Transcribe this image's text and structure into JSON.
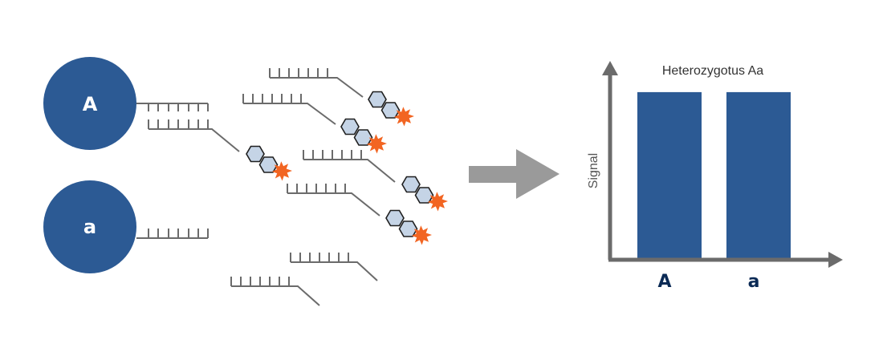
{
  "diagram": {
    "beads": [
      {
        "label": "A"
      },
      {
        "label": "a"
      }
    ],
    "colors": {
      "bead": "#2c5a94",
      "strand": "#6b6b6b",
      "arrow": "#9a9a9a",
      "dye_hex_fill": "#c5d4e6",
      "dye_hex_stroke": "#1f1f1f",
      "burst": "#f26522",
      "axis": "#6b6b6b"
    },
    "icons": [
      "bead-circle",
      "oligo-probe",
      "fluorescent-dye-icon",
      "arrow-right-icon"
    ]
  },
  "chart_data": {
    "type": "bar",
    "title": "Heterozygotus Aa",
    "xlabel": "",
    "ylabel": "Signal",
    "categories": [
      "A",
      "a"
    ],
    "values": [
      1,
      1
    ],
    "ylim": [
      0,
      1.1
    ],
    "grid": false,
    "color": "#2c5a94"
  }
}
